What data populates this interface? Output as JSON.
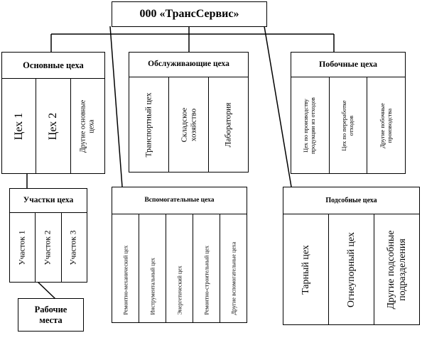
{
  "company": "000 «ТрансСервис»",
  "main": {
    "title": "Основные цеха",
    "items": [
      "Цех 1",
      "Цех 2",
      "Другие основные цеха"
    ]
  },
  "service": {
    "title": "Обслуживающие цеха",
    "items": [
      "Транспортный цех",
      "Складское хозяйство",
      "Лаборатория"
    ]
  },
  "side": {
    "title": "Побочные цеха",
    "items": [
      "Цех по производству продукции из отходов",
      "Цех по переработке отходов",
      "Другие побочные производства"
    ]
  },
  "sections": {
    "title": "Участки цеха",
    "items": [
      "Участок 1",
      "Участок 2",
      "Участок 3"
    ]
  },
  "workplaces": "Рабочие места",
  "auxiliary": {
    "title": "Вспомогательные цеха",
    "items": [
      "Ремонтно-механический цех",
      "Инструментальный цех",
      "Энергетический цех",
      "Ремонтно-строительный цех",
      "Другие вспомогательные цеха"
    ]
  },
  "subsidiary": {
    "title": "Подсобные цеха",
    "items": [
      "Тарный цех",
      "Огнеупорный цех",
      "Другие подсобные подразделения"
    ]
  }
}
